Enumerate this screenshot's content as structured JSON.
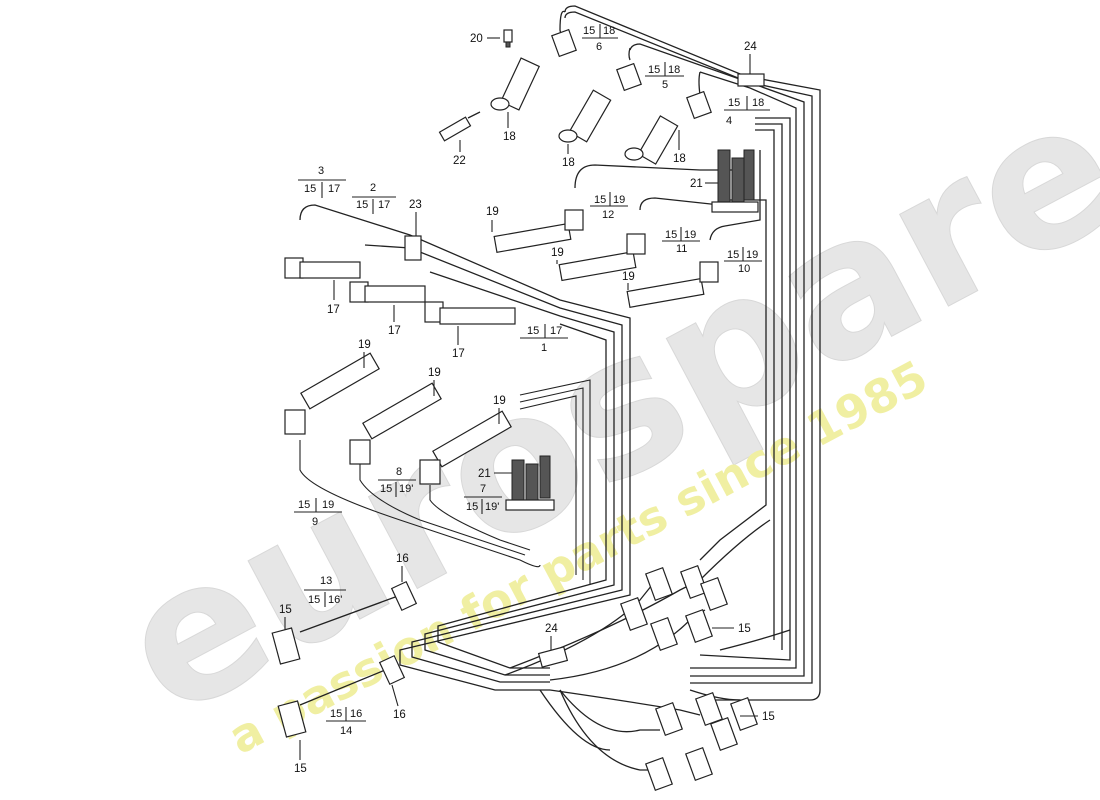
{
  "watermark": {
    "brand": "eurospares",
    "tagline": "a passion for parts since 1985",
    "brand_color": "#e4e4e4",
    "tagline_color": "#f1f0a8"
  },
  "callouts": {
    "p1": "1",
    "p2": "2",
    "p3": "3",
    "p4": "4",
    "p5": "5",
    "p6": "6",
    "p7": "7",
    "p8": "8",
    "p9": "9",
    "p10": "10",
    "p11": "11",
    "p12": "12",
    "p13": "13",
    "p14": "14",
    "p15": "15",
    "p16": "16",
    "p17": "17",
    "p18": "18",
    "p19": "19",
    "p20": "20",
    "p21": "21",
    "p22": "22",
    "p23": "23",
    "p24": "24",
    "p15_19_prime": "19'",
    "p15_16_prime": "16'"
  }
}
